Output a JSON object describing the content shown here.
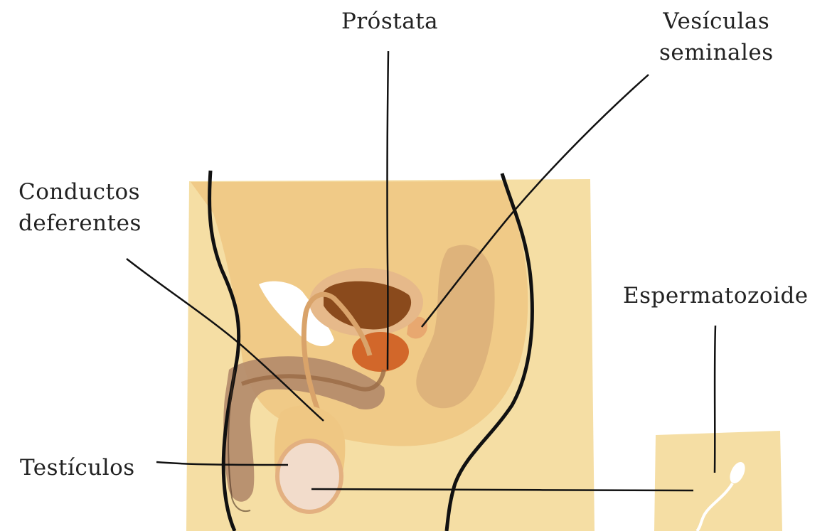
{
  "labels": {
    "prostata": "Próstata",
    "vesiculas_line1": "Vesículas",
    "vesiculas_line2": "seminales",
    "conductos_line1": "Conductos",
    "conductos_line2": "deferentes",
    "espermatozoide": "Espermatozoide",
    "testiculos": "Testículos"
  },
  "colors": {
    "background_panel": "#f5dea4",
    "skin_shading": "#efc783",
    "bladder_outer": "#e6b98a",
    "bladder_inner": "#8a4a1c",
    "prostate": "#d2672a",
    "seminal_vesicle": "#deb27c",
    "duct": "#d9a36a",
    "penis": "#b28a6a",
    "testis": "#f2dccb",
    "outline": "#111111",
    "leader_line": "#111111"
  }
}
